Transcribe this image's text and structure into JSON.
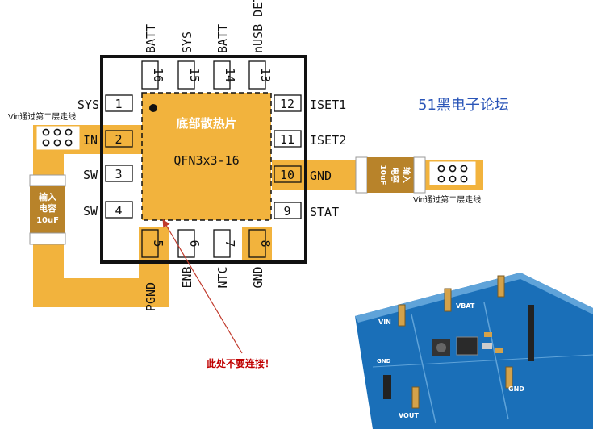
{
  "chip": {
    "pad_title": "底部散热片",
    "package": "QFN3x3-16"
  },
  "pins": {
    "left": [
      {
        "num": "1",
        "name": "SYS"
      },
      {
        "num": "2",
        "name": "IN"
      },
      {
        "num": "3",
        "name": "SW"
      },
      {
        "num": "4",
        "name": "SW"
      }
    ],
    "right": [
      {
        "num": "12",
        "name": "ISET1"
      },
      {
        "num": "11",
        "name": "ISET2"
      },
      {
        "num": "10",
        "name": "GND"
      },
      {
        "num": "9",
        "name": "STAT"
      }
    ],
    "top": [
      {
        "num": "16",
        "name": "BATT"
      },
      {
        "num": "15",
        "name": "SYS"
      },
      {
        "num": "14",
        "name": "BATT"
      },
      {
        "num": "13",
        "name": "nUSB_DET"
      }
    ],
    "bottom": [
      {
        "num": "5",
        "name": "PGND"
      },
      {
        "num": "6",
        "name": "ENB"
      },
      {
        "num": "7",
        "name": "NTC"
      },
      {
        "num": "8",
        "name": "GND"
      }
    ]
  },
  "notes": {
    "vin_left": "Vin通过第二层走线",
    "vin_right": "Vin通过第二层走线",
    "cap_left": [
      "输入",
      "电容",
      "10uF"
    ],
    "cap_right": [
      "输入",
      "电容",
      "10uF"
    ],
    "warning": "此处不要连接！",
    "watermark": "51黑电子论坛"
  },
  "board": {
    "labels": [
      "VIN",
      "VBAT",
      "VOUT",
      "GND",
      "GND"
    ]
  },
  "colors": {
    "copper": "#f2b33d",
    "pcb": "#1a6fb8",
    "outline": "#111111",
    "warning": "#c00000",
    "watermark": "#2a55b8"
  }
}
